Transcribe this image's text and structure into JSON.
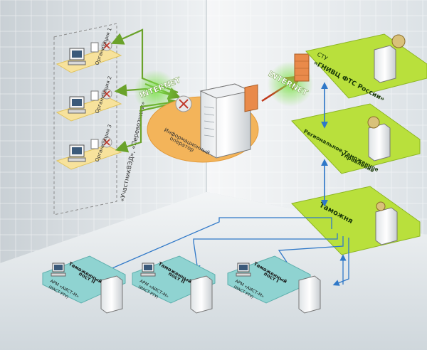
{
  "left_group": {
    "caption": "«УчастникВЭД», «Перевозчики»",
    "organizations": [
      {
        "label": "Организация 1"
      },
      {
        "label": "Организация 2"
      },
      {
        "label": "Организация 3"
      }
    ]
  },
  "operator": {
    "label_line1": "Информационный",
    "label_line2": "оператор"
  },
  "internet_labels": [
    "INTERNET",
    "INTERNET"
  ],
  "right_chain": {
    "top": {
      "line1": "СТУ",
      "line2": "«ГНИВЦ ФТС России»"
    },
    "middle": {
      "line1": "Региональное Таможенное",
      "line2": "Управление"
    },
    "bottom": {
      "line1": "Таможня"
    }
  },
  "posts": [
    {
      "title": "Таможенный",
      "title2": "пост II",
      "system": "АРМ «АИСТ-М»",
      "sub": "(ИАСТ РТУ)"
    },
    {
      "title": "Таможенный",
      "title2": "пост II",
      "system": "АРМ «АИСТ-М»",
      "sub": "(ИАСТ РТУ)"
    },
    {
      "title": "Таможенный",
      "title2": "пост I",
      "system": "АРМ «АИСТ-М»",
      "sub": "(ИАСТ РТУ)"
    }
  ],
  "colors": {
    "green_platform": "#b9e03c",
    "orange_platform": "#f3b45a",
    "teal_platform": "#8fd3d1",
    "org_platform": "#f7e29c",
    "arrow_green": "#6aa22a",
    "arrow_blue": "#2f78c8",
    "arrow_red": "#c0391b"
  }
}
